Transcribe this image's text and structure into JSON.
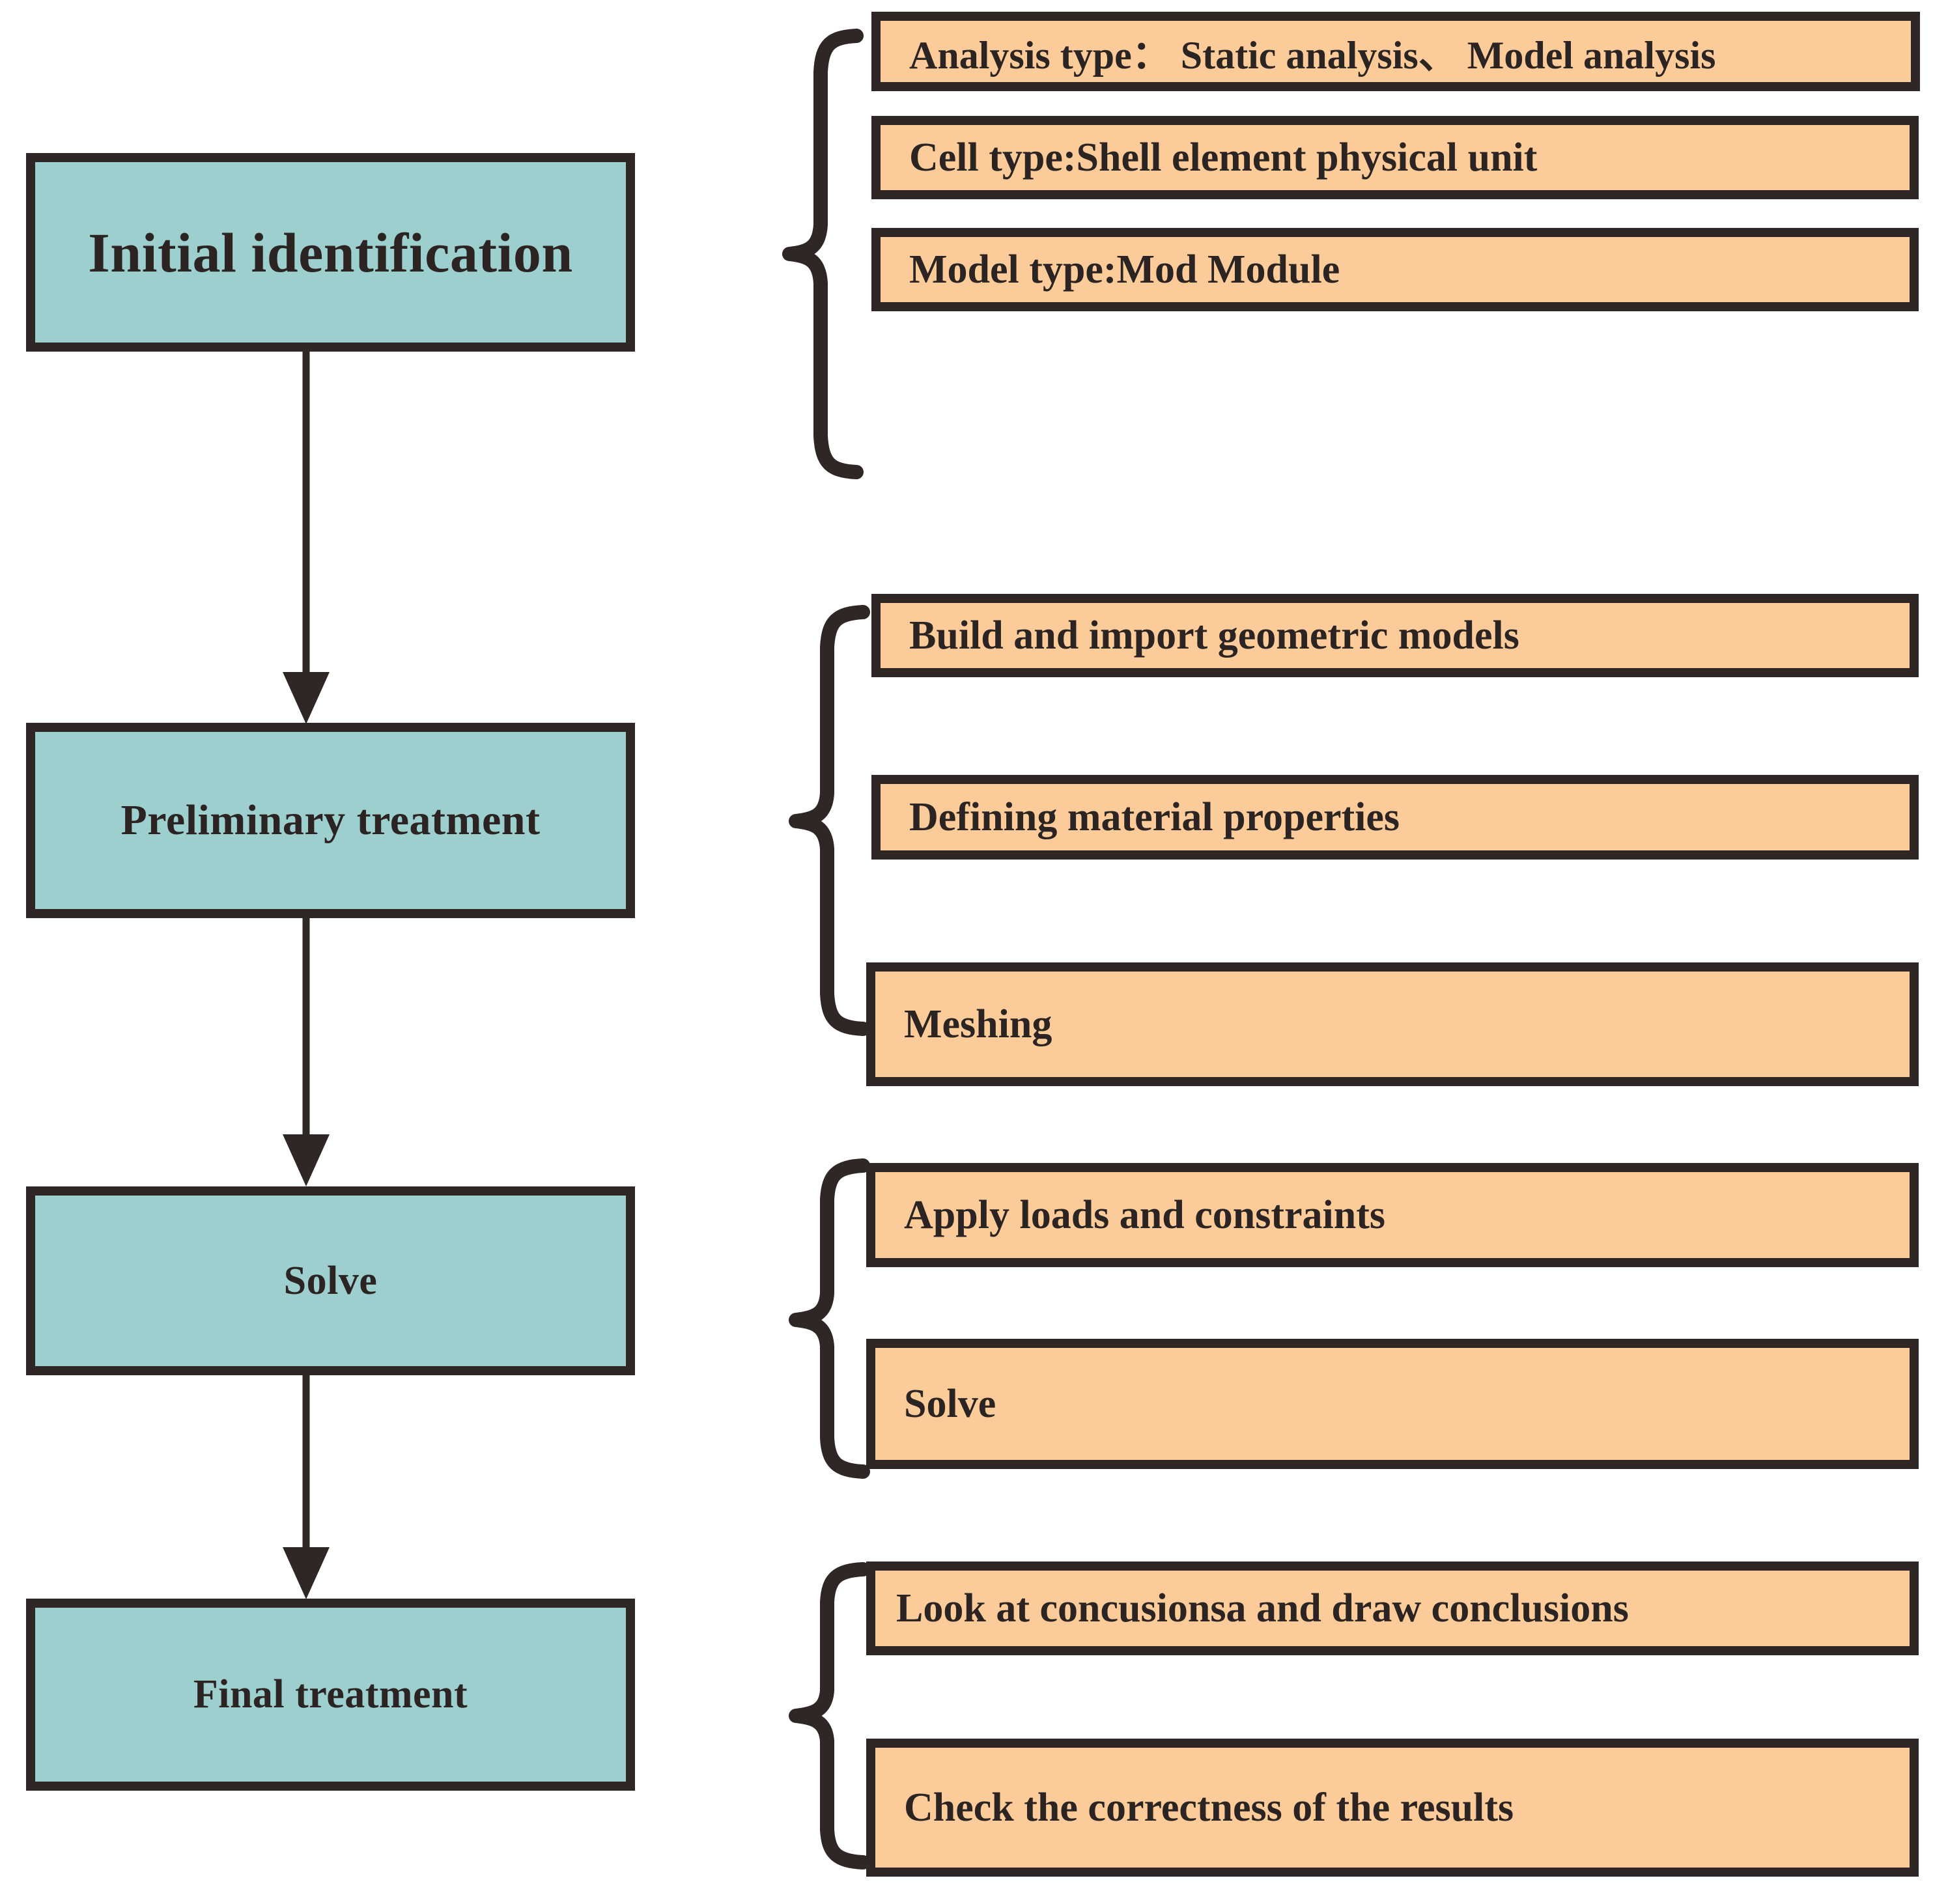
{
  "colors": {
    "stage_fill": "#9ccfce",
    "detail_fill": "#fbcc9a",
    "outline": "#2e2725",
    "text": "#2b2422",
    "background": "#ffffff"
  },
  "flow": {
    "stages": [
      {
        "id": "initial-identification",
        "label": "Initial identification"
      },
      {
        "id": "preliminary-treatment",
        "label": "Preliminary treatment"
      },
      {
        "id": "solve",
        "label": "Solve"
      },
      {
        "id": "final-treatment",
        "label": "Final treatment"
      }
    ],
    "groups": [
      {
        "id": "initial-identification-details",
        "items": [
          {
            "id": "analysis-type",
            "label": "Analysis type： Static analysis、 Model analysis"
          },
          {
            "id": "cell-type",
            "label": "Cell type:Shell element physical unit"
          },
          {
            "id": "model-type",
            "label": "Model type:Mod Module"
          }
        ]
      },
      {
        "id": "preliminary-treatment-details",
        "items": [
          {
            "id": "build-import-models",
            "label": "Build and import geometric models"
          },
          {
            "id": "define-material-properties",
            "label": "Defining material properties"
          },
          {
            "id": "meshing",
            "label": "Meshing"
          }
        ]
      },
      {
        "id": "solve-details",
        "items": [
          {
            "id": "apply-loads-constraints",
            "label": "Apply loads and constraints"
          },
          {
            "id": "solve-step",
            "label": "Solve"
          }
        ]
      },
      {
        "id": "final-treatment-details",
        "items": [
          {
            "id": "look-at-conclusions",
            "label": "Look at  concusionsa and draw conclusions"
          },
          {
            "id": "check-correctness",
            "label": "Check the correctness of the results"
          }
        ]
      }
    ]
  }
}
